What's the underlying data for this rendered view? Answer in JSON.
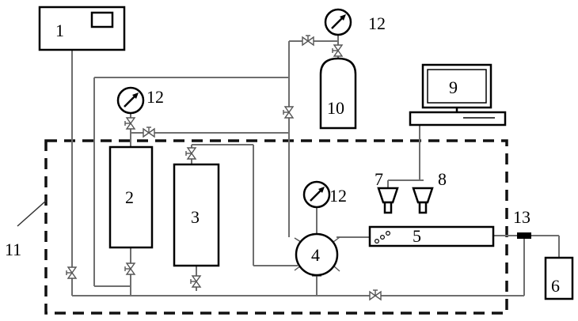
{
  "labels": {
    "controller": "1",
    "cylinder_2": "2",
    "cylinder_3": "3",
    "cell": "4",
    "tube": "5",
    "collector": "6",
    "sensor_7": "7",
    "sensor_8": "8",
    "computer": "9",
    "gas_bottle": "10",
    "enclosure": "11",
    "gauge_top": "12",
    "gauge_left": "12",
    "gauge_center": "12",
    "junction": "13"
  },
  "colors": {
    "line": "#6e6e6e",
    "outline": "#000000",
    "background": "#ffffff"
  }
}
